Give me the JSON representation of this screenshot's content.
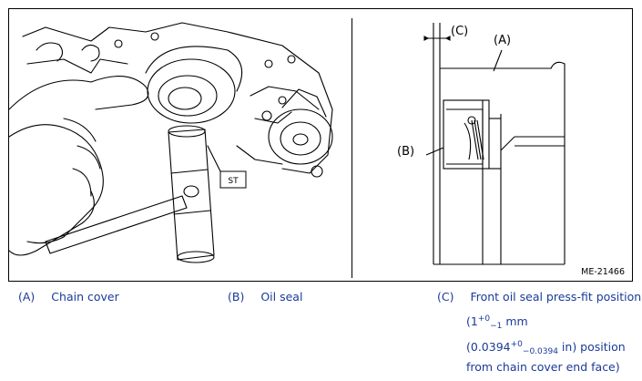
{
  "figure": {
    "code": "ME-21466",
    "left_panel": {
      "tool_label": "ST"
    },
    "right_panel": {
      "callout_a": "(A)",
      "callout_b": "(B)",
      "callout_c": "(C)"
    }
  },
  "legend": {
    "a": {
      "key": "(A)",
      "text": "Chain cover"
    },
    "b": {
      "key": "(B)",
      "text": "Oil seal"
    },
    "c": {
      "key": "(C)",
      "text": "Front oil seal press-fit position",
      "mm_pre": "(1",
      "mm_sup": "+0",
      "mm_sub": "−1",
      "mm_post": " mm",
      "in_pre": "(0.0394",
      "in_sup": "+0",
      "in_sub": "−0.0394",
      "in_post": " in) position",
      "line4": "from chain cover end face)"
    }
  }
}
